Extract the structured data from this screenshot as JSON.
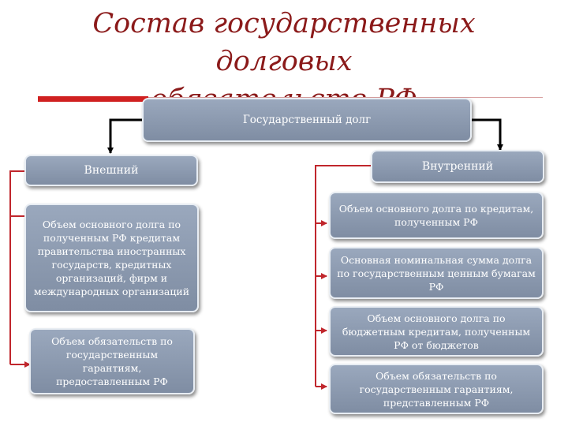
{
  "title": {
    "line1": "Состав государственных долговых",
    "line2": "обязательств РФ"
  },
  "root": {
    "label": "Государственный долг"
  },
  "external": {
    "header": "Внешний",
    "items": [
      "Объем основного долга по полученным РФ кредитам правительства иностранных государств, кредитных организаций, фирм и международных организаций",
      "Объем обязательств по государственным гарантиям, предоставленным РФ"
    ]
  },
  "internal": {
    "header": "Внутренний",
    "items": [
      "Объем основного долга по кредитам, полученным РФ",
      "Основная номинальная сумма долга по государственным ценным бумагам РФ",
      "Объем основного долга по бюджетным кредитам, полученным РФ от бюджетов",
      "Объем обязательств по государственным гарантиям, представленным РФ"
    ]
  },
  "colors": {
    "title": "#8b1a1a",
    "accent": "#d02020",
    "box": "#8f9db2",
    "connector_red": "#c0262c",
    "connector_black": "#000000"
  }
}
